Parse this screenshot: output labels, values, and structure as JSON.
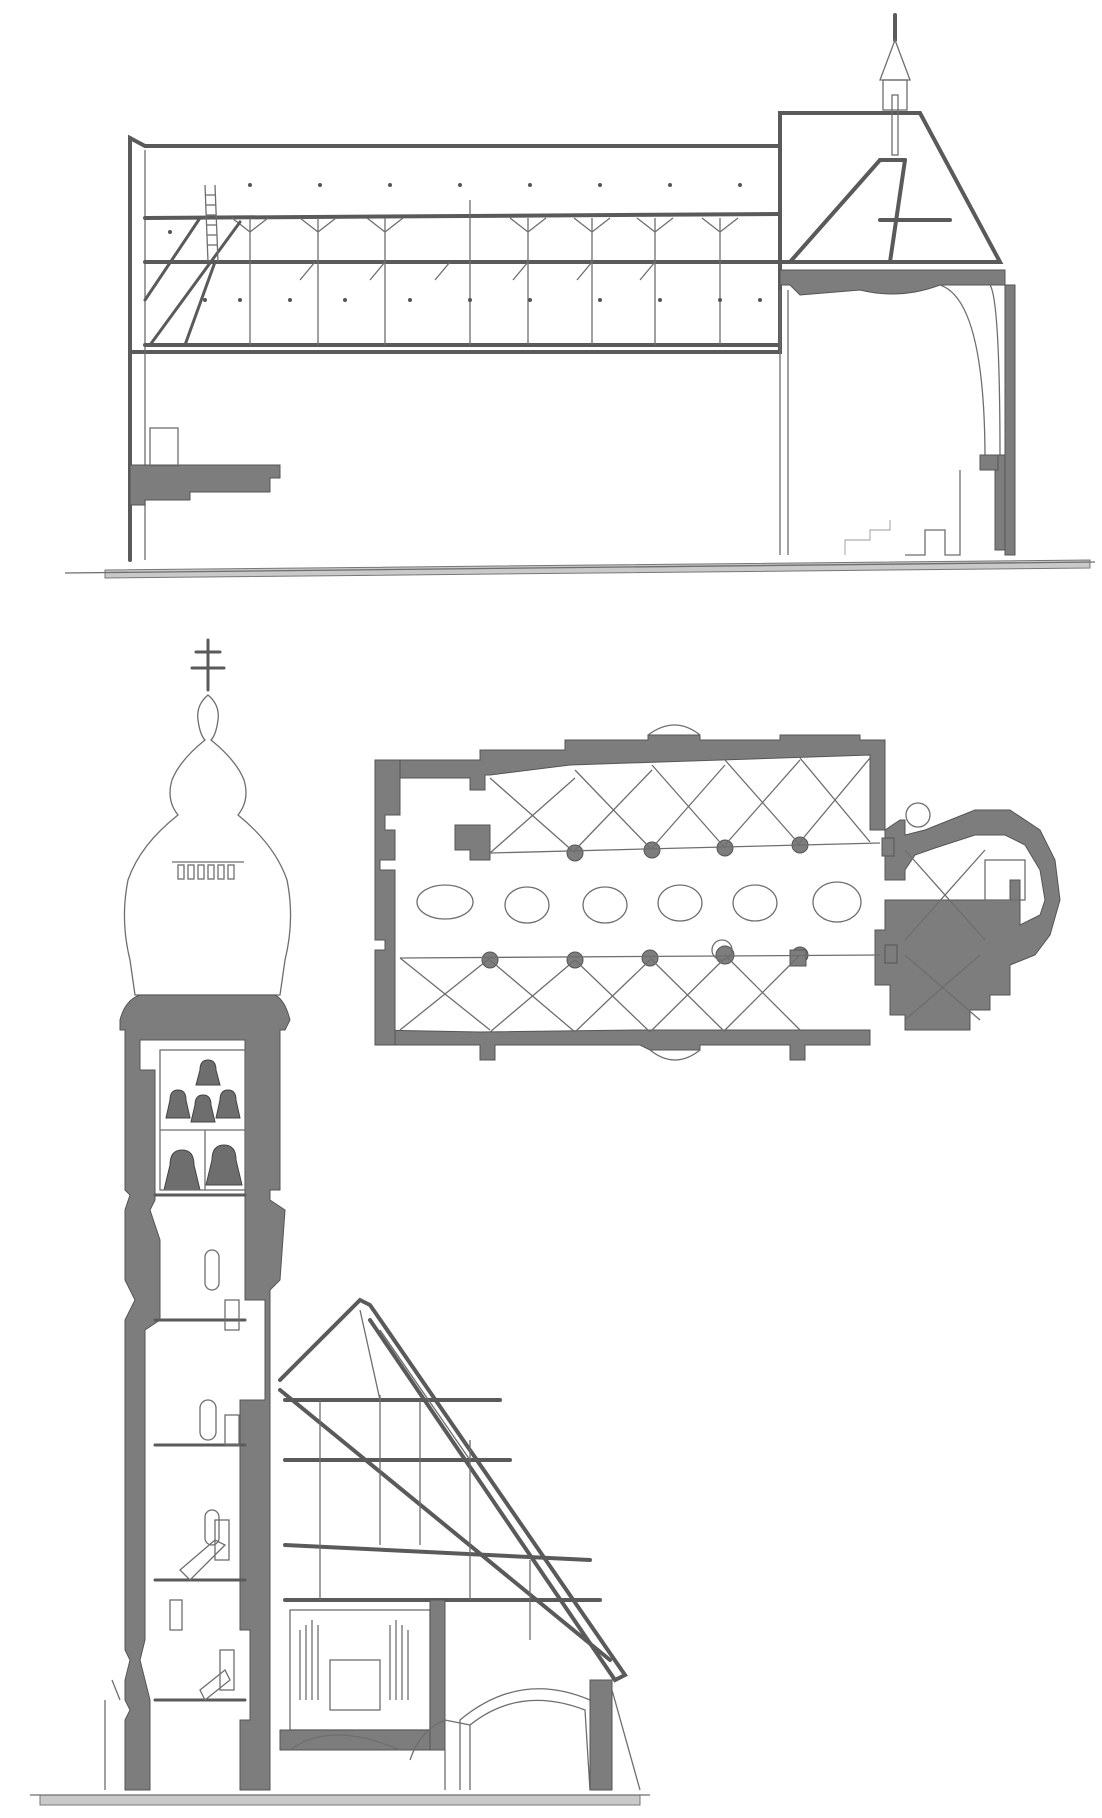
{
  "drawing": {
    "views": [
      {
        "id": "longitudinal-section",
        "kind": "section"
      },
      {
        "id": "floor-plan",
        "kind": "plan"
      },
      {
        "id": "tower-section",
        "kind": "section"
      }
    ],
    "colors": {
      "cut_walls": "#7d7d7d",
      "timber": "#5a5a5a",
      "linework": "#6e6e6e",
      "ground": "#c9c9c9",
      "background": "#ffffff"
    },
    "plan": {
      "nave_bays": 5,
      "aisles": 3,
      "pier_rows": 2
    },
    "tower": {
      "bells_upper": 3,
      "bells_lower": 2
    }
  }
}
